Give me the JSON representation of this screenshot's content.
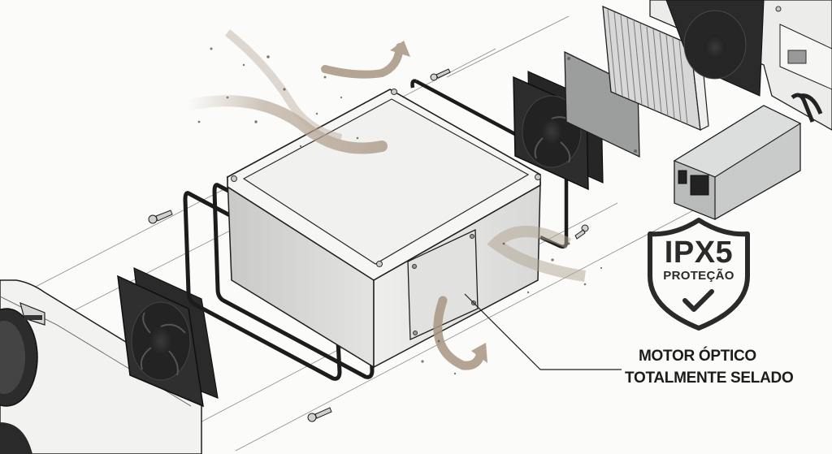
{
  "diagram": {
    "type": "exploded-view product illustration",
    "background_color": "#fbfbf9",
    "callout": {
      "line1": "MOTOR ÓPTICO",
      "line2": "TOTALMENTE SELADO",
      "target": "sealed-optical-engine-box"
    },
    "badge": {
      "icon": "shield-check-icon",
      "title": "IPX5",
      "subtitle": "PROTEÇÃO"
    },
    "components": [
      {
        "name": "projector-front-housing",
        "position": "bottom-left"
      },
      {
        "name": "cooling-fan-left",
        "position": "left"
      },
      {
        "name": "rubber-gasket-left-outer",
        "position": "left-center"
      },
      {
        "name": "rubber-gasket-left-inner",
        "position": "left-center"
      },
      {
        "name": "sealed-optical-engine-box",
        "position": "center"
      },
      {
        "name": "side-access-panel",
        "position": "center-right"
      },
      {
        "name": "rubber-gasket-right",
        "position": "center-right"
      },
      {
        "name": "cooling-fan-right",
        "position": "upper-right"
      },
      {
        "name": "thermal-plate",
        "position": "upper-right"
      },
      {
        "name": "aluminum-heatsink",
        "position": "top-right"
      },
      {
        "name": "rear-chassis-panel-with-fan",
        "position": "top-right"
      },
      {
        "name": "power-supply-brick",
        "position": "right"
      },
      {
        "name": "screws",
        "count": 5
      }
    ],
    "effects": {
      "dust_airflow_streams": 3,
      "dust_color": "#a8998a",
      "arrow_color": "#a89683"
    },
    "colors": {
      "outline": "#1e1e1e",
      "box_top": "#f4f4f2",
      "box_side": "#d9d9d7",
      "fan_body": "#2b2b2b",
      "heatsink": "#cfcfcf",
      "psu": "#c9cbcb"
    }
  }
}
